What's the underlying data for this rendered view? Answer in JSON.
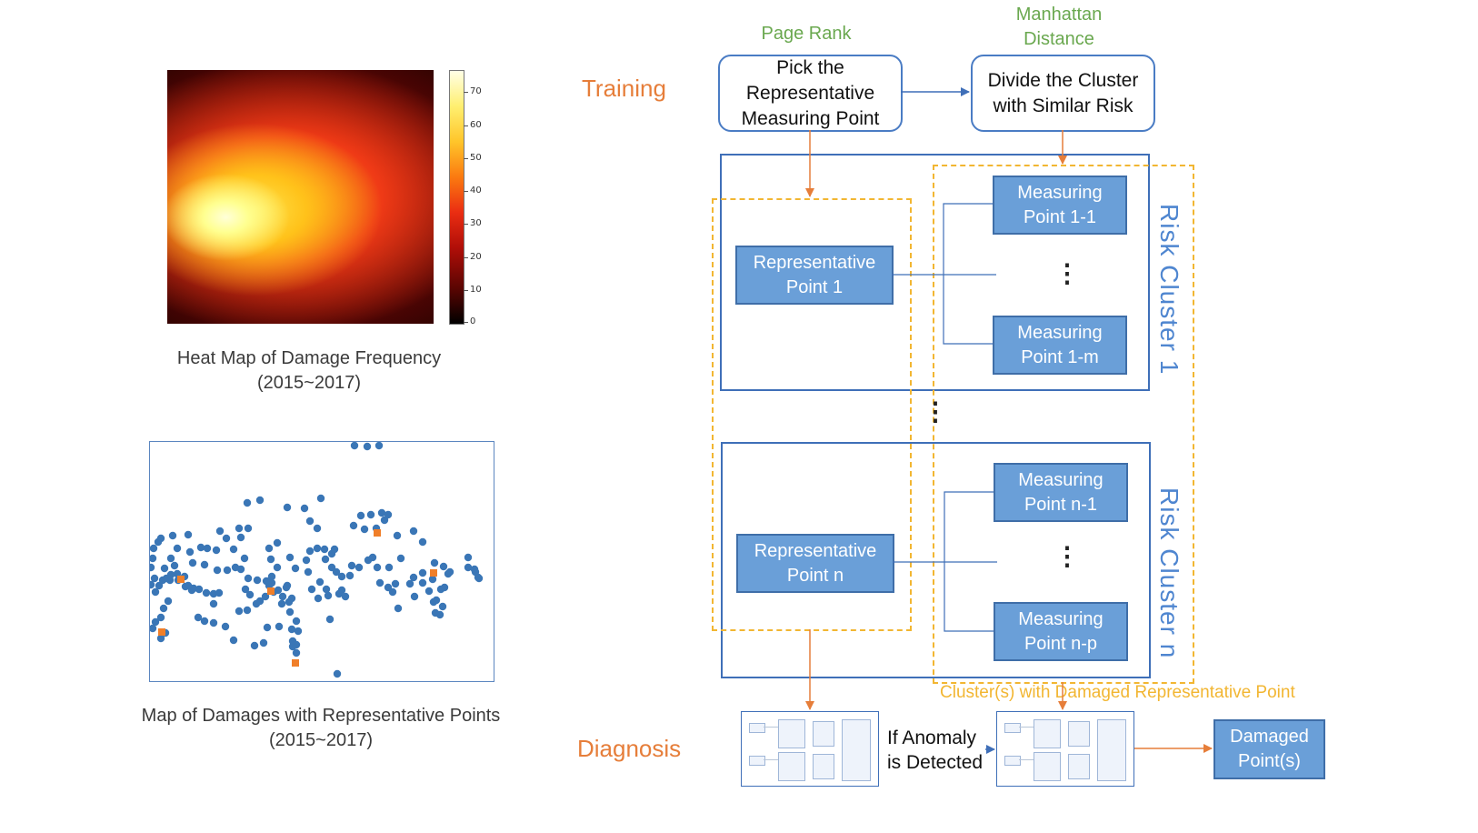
{
  "heatmap": {
    "caption_line1": "Heat Map of Damage Frequency",
    "caption_line2": "(2015~2017)",
    "colorbar_ticks": [
      "70",
      "60",
      "50",
      "40",
      "30",
      "20",
      "10",
      "0"
    ]
  },
  "scatter_map": {
    "caption_line1": "Map of Damages with Representative Points",
    "caption_line2": "(2015~2017)",
    "colors": {
      "damage": "#3a76b6",
      "representative": "#f07f29"
    }
  },
  "stages": {
    "training": "Training",
    "diagnosis": "Diagnosis"
  },
  "metrics": {
    "page_rank": "Page Rank",
    "manhattan_line1": "Manhattan",
    "manhattan_line2": "Distance"
  },
  "steps": {
    "pick_line1": "Pick the",
    "pick_line2": "Representative",
    "pick_line3": "Measuring Point",
    "divide_line1": "Divide the Cluster",
    "divide_line2": "with Similar Risk"
  },
  "cluster1": {
    "label": "Risk Cluster 1",
    "rep_line1": "Representative",
    "rep_line2": "Point 1",
    "mp_first_line1": "Measuring",
    "mp_first_line2": "Point 1-1",
    "mp_last_line1": "Measuring",
    "mp_last_line2": "Point 1-m"
  },
  "clustern": {
    "label": "Risk Cluster n",
    "rep_line1": "Representative",
    "rep_line2": "Point n",
    "mp_first_line1": "Measuring",
    "mp_first_line2": "Point n-1",
    "mp_last_line1": "Measuring",
    "mp_last_line2": "Point n-p"
  },
  "diagnosis": {
    "anomaly_line1": "If Anomaly",
    "anomaly_line2": "is Detected",
    "cluster_note": "Cluster(s) with Damaged Representative Point",
    "damaged_line1": "Damaged",
    "damaged_line2": "Point(s)"
  },
  "colors": {
    "orange": "#e67e3a",
    "green": "#6aa84f",
    "blue_box": "#6a9fd8",
    "yellow_dash": "#f2b632"
  }
}
